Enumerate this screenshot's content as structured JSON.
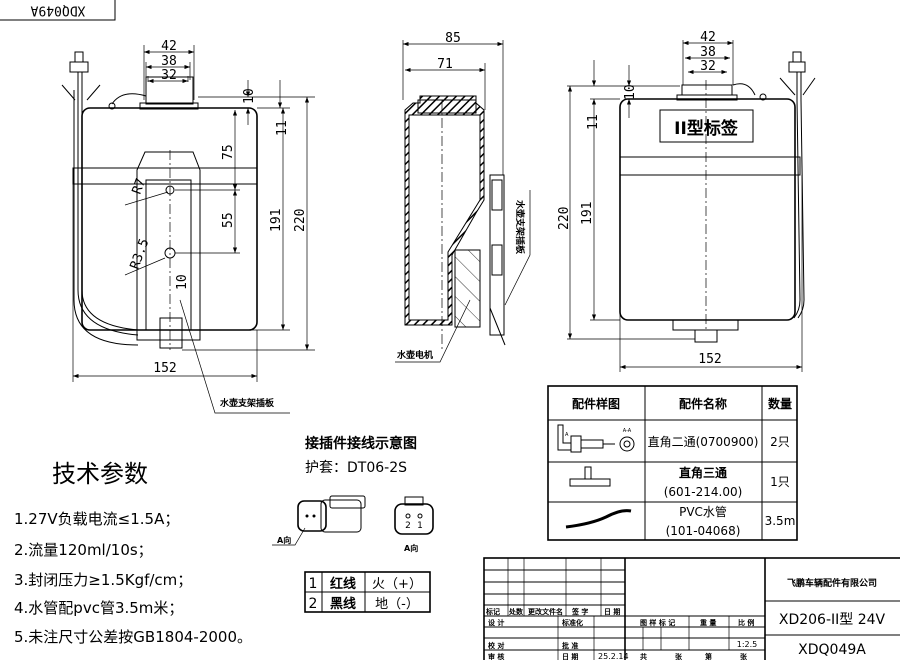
{
  "drawing_number_stamp": "XDQ049A",
  "front_view": {
    "dims": {
      "w42": "42",
      "w38": "38",
      "w32": "32",
      "h10": "10",
      "h11": "11",
      "h191": "191",
      "h220": "220",
      "h75": "75",
      "h55": "55",
      "r7": "R7",
      "r3_5": "R3.5",
      "d10": "10",
      "w152": "152"
    },
    "callout": "水壶支架插板"
  },
  "side_view": {
    "dims": {
      "w85": "85",
      "w71": "71"
    },
    "callout_motor": "水壶电机",
    "callout_bracket": "水壶支架插板"
  },
  "rear_view": {
    "dims": {
      "w42": "42",
      "w38": "38",
      "w32": "32",
      "h10": "10",
      "h11": "11",
      "h191": "191",
      "h220": "220",
      "w152": "152"
    },
    "label_plate": "II型标签"
  },
  "parts_table": {
    "headers": [
      "配件样图",
      "配件名称",
      "数量"
    ],
    "rows": [
      {
        "name": "直角二通(0700900)",
        "qty": "2只",
        "section_label": "A-A",
        "view_mark": "A"
      },
      {
        "name": "直角三通",
        "code": "(601-214.00)",
        "qty": "1只"
      },
      {
        "name": "PVC水管",
        "code": "(101-04068)",
        "qty": "3.5m"
      }
    ]
  },
  "tech_params": {
    "title": "技术参数",
    "items": [
      "1.27V负载电流≤1.5A；",
      "2.流量120ml/10s；",
      "3.封闭压力≥1.5Kgf/cm；",
      "4.水管配pvc管3.5m米；",
      "5.未注尺寸公差按GB1804-2000。"
    ]
  },
  "connector": {
    "title": "接插件接线示意图",
    "housing": "护套：DT06-2S",
    "view_label_a": "A向",
    "view_label_b": "A向",
    "pins": [
      "2",
      "1"
    ],
    "wiring": [
      {
        "pin": "1",
        "wire": "红线",
        "function": "火（+）"
      },
      {
        "pin": "2",
        "wire": "黑线",
        "function": "地（-）"
      }
    ]
  },
  "title_block": {
    "company": "飞鹏车辆配件有限公司",
    "product": "XD206-II型 24V",
    "drawing_no": "XDQ049A",
    "rev_headers": [
      "标记",
      "处数",
      "更改文件名",
      "签 字",
      "日 期"
    ],
    "design": "设 计",
    "standardization": "标准化",
    "check": "校 对",
    "approve": "批 准",
    "review": "审 核",
    "date_label": "日 期",
    "date": "25.2.14",
    "drawing_mark": "图 样 标 记",
    "weight": "重 量",
    "scale_label": "比 例",
    "scale": "1:2.5",
    "total_label": "共",
    "sheet_label": "张",
    "page_label": "第",
    "sheet_label2": "张"
  }
}
